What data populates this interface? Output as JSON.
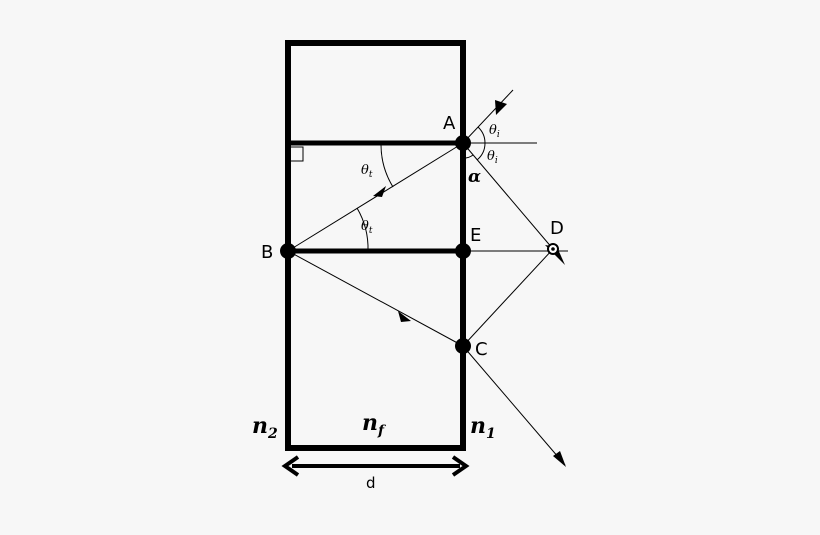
{
  "points": {
    "A": "A",
    "B": "B",
    "C": "C",
    "D": "D",
    "E": "E"
  },
  "angles": {
    "theta": "θ",
    "sub_i": "i",
    "sub_t": "t",
    "alpha": "α"
  },
  "media": {
    "n_symbol": "n",
    "left_sub": "2",
    "film_sub": "f",
    "right_sub": "1"
  },
  "thickness_label": "d",
  "colors": {
    "stroke": "#000000",
    "background": "#f7f7f7"
  }
}
